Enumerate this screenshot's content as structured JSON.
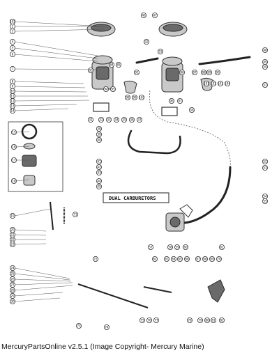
{
  "diagram_title": "DUAL CARBURETORS",
  "footer_text": "MercuryPartsOnline v2.5.1 (Image Copyright- Mercury Marine)",
  "callouts": [
    "1",
    "2",
    "3",
    "4",
    "5",
    "6",
    "7",
    "8",
    "9",
    "10",
    "11",
    "12",
    "13",
    "14",
    "15",
    "16",
    "17",
    "18",
    "19",
    "20",
    "21",
    "22",
    "23",
    "24",
    "25",
    "26",
    "27",
    "28",
    "29",
    "30",
    "31",
    "32",
    "33",
    "34",
    "35",
    "36",
    "37",
    "38",
    "39",
    "40",
    "41",
    "42",
    "43",
    "44",
    "45",
    "46",
    "47",
    "48",
    "49",
    "50",
    "51",
    "52",
    "53",
    "54",
    "55",
    "56",
    "57",
    "58",
    "59",
    "60",
    "61",
    "62",
    "63",
    "64",
    "65",
    "66",
    "67",
    "68",
    "69",
    "70",
    "71",
    "72",
    "73",
    "74",
    "75",
    "76",
    "77",
    "78",
    "79",
    "80",
    "81",
    "82",
    "83",
    "84",
    "85",
    "86",
    "87",
    "88",
    "89",
    "90",
    "91",
    "92",
    "93",
    "94",
    "95",
    "96",
    "97",
    "98",
    "99",
    "100",
    "101",
    "102",
    "103",
    "104",
    "105"
  ],
  "colors": {
    "ink": "#222222",
    "part_fill": "#c9c9c9",
    "dark_fill": "#6a6a6a",
    "background": "#ffffff"
  }
}
